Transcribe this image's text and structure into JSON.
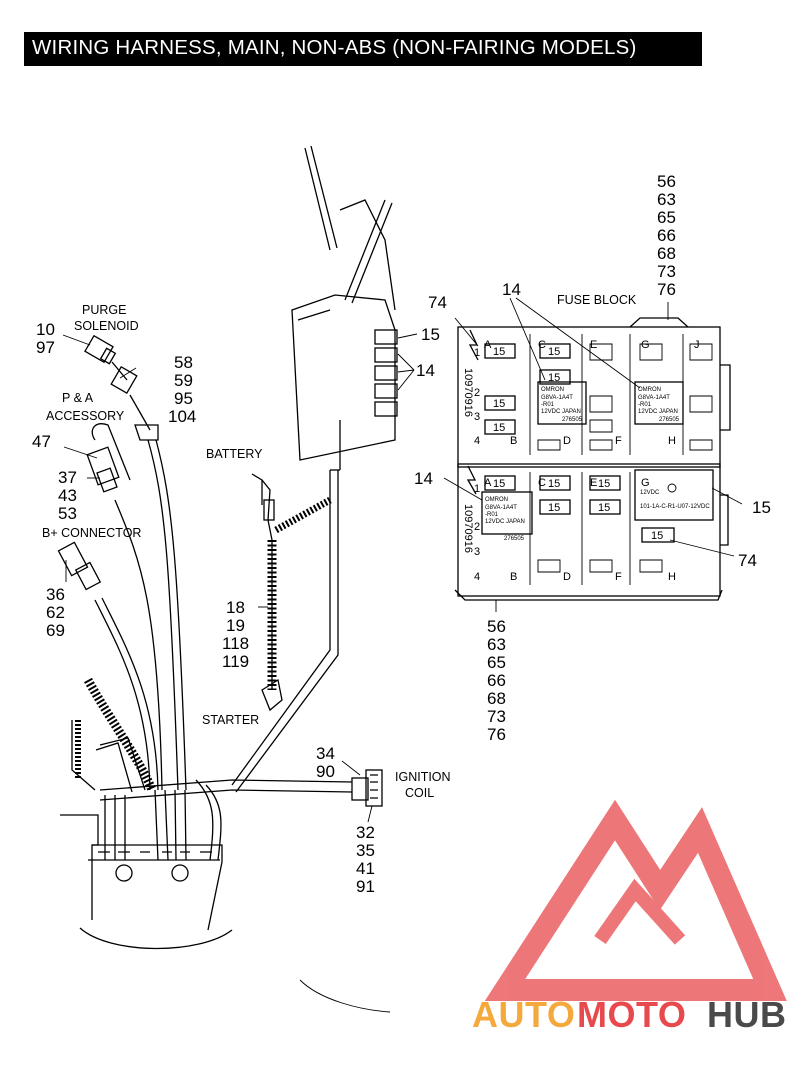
{
  "title": "WIRING HARNESS, MAIN, NON-ABS (NON-FAIRING MODELS)",
  "labels": {
    "purge_solenoid": [
      "PURGE",
      "SOLENOID"
    ],
    "pa_accessory": [
      "P & A",
      "ACCESSORY"
    ],
    "b_plus_connector": "B+ CONNECTOR",
    "battery": "BATTERY",
    "starter": "STARTER",
    "ignition_coil": [
      "IGNITION",
      "COIL"
    ],
    "fuse_block": "FUSE BLOCK"
  },
  "callouts": {
    "c_10_97": [
      "10",
      "97"
    ],
    "c_58": [
      "58",
      "59",
      "95",
      "104"
    ],
    "c_47": [
      "47"
    ],
    "c_37": [
      "37",
      "43",
      "53"
    ],
    "c_36": [
      "36",
      "62",
      "69"
    ],
    "c_18": [
      "18",
      "19",
      "118",
      "119"
    ],
    "c_34": [
      "34",
      "90"
    ],
    "c_32": [
      "32",
      "35",
      "41",
      "91"
    ],
    "c_15_harness": [
      "15"
    ],
    "c_14_harness": [
      "14"
    ],
    "c_74_top": [
      "74"
    ],
    "c_14_top": [
      "14"
    ],
    "c_56_top": [
      "56",
      "63",
      "65",
      "66",
      "68",
      "73",
      "76"
    ],
    "c_14_left": [
      "14"
    ],
    "c_15_right": [
      "15"
    ],
    "c_74_right": [
      "74"
    ],
    "c_56_bottom": [
      "56",
      "63",
      "65",
      "66",
      "68",
      "73",
      "76"
    ]
  },
  "fuse_block": {
    "fuse_value": "15",
    "relay_brand": "OMRON",
    "relay_model": "G8VA-1A4T",
    "relay_suffix": "-R01",
    "relay_rating": "12VDC",
    "relay_origin": "JAPAN",
    "relay_code": "276505",
    "part_number": "10970916",
    "col_letters_top": [
      "A",
      "B",
      "C",
      "D",
      "E",
      "F",
      "G",
      "H",
      "J"
    ],
    "col_letters_bottom": [
      "A",
      "B",
      "C",
      "D",
      "E",
      "F",
      "G",
      "H"
    ],
    "row_numbers": [
      "1",
      "2",
      "3",
      "4"
    ],
    "special_relay_rating": "12VDC",
    "special_relay_code": "101-1A-C-R1-U07-12VDC"
  },
  "watermark": {
    "part1": "AUTO",
    "part2": "MOTO",
    "part3": "HUB",
    "color_red": "#e8494d",
    "color_orange": "#f5a93c",
    "color_gray": "#4a4a4a"
  }
}
